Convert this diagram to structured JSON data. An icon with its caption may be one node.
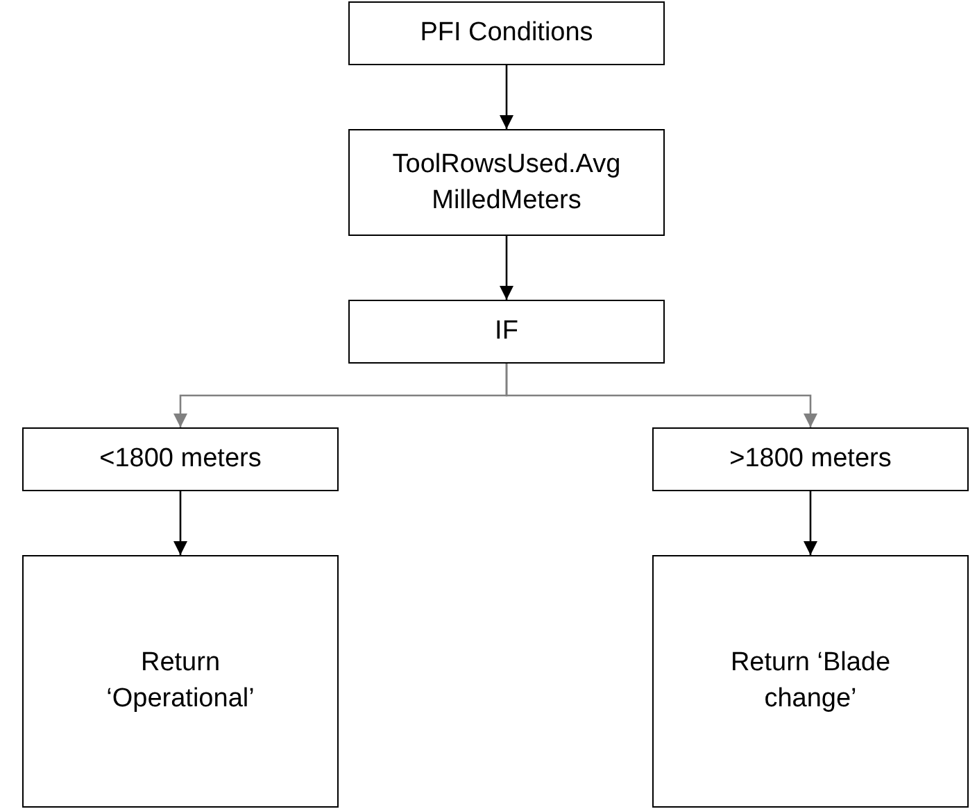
{
  "diagram": {
    "nodes": [
      {
        "text": [
          "PFI Conditions"
        ]
      },
      {
        "text": [
          "ToolRowsUsed.Avg MilledMeters"
        ]
      },
      {
        "text": [
          "IF"
        ]
      },
      {
        "text": [
          "<1800 meters"
        ]
      },
      {
        "text": [
          ">1800 meters"
        ]
      },
      {
        "text": [
          "Return ‘Operational’"
        ]
      },
      {
        "text": [
          "Return ‘Blade change’"
        ]
      }
    ],
    "edges": [
      {
        "from": 0,
        "to": 1,
        "arrow": "to"
      },
      {
        "from": 1,
        "to": 2,
        "arrow": "to"
      },
      {
        "from": 2,
        "to": 3,
        "arrow": "to",
        "color": "#808080"
      },
      {
        "from": 2,
        "to": 4,
        "arrow": "to",
        "color": "#808080"
      },
      {
        "from": 3,
        "to": 5,
        "arrow": "to"
      },
      {
        "from": 4,
        "to": 6,
        "arrow": "to"
      }
    ]
  }
}
